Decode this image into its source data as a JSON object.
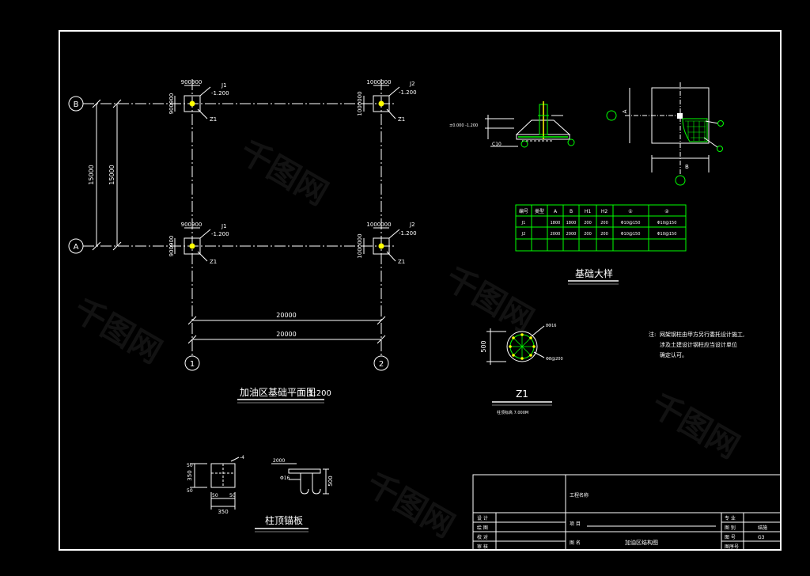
{
  "drawing": {
    "colors": {
      "background": "#000000",
      "frame": "#ffffff",
      "dimension": "#ffffff",
      "column": "#ffff00",
      "rebar": "#00ff00",
      "table": "#00ff00",
      "text_yellow": "#ffff00",
      "centerline": "#ffffff"
    },
    "plan": {
      "grid_rows": [
        "B",
        "A"
      ],
      "grid_cols": [
        "1",
        "2"
      ],
      "dim_rows": [
        "15000",
        "15000"
      ],
      "dim_cols": [
        "20000",
        "20000"
      ],
      "footing_B1": {
        "size_top": "900900",
        "size_side": "900900",
        "tag": "J1",
        "elev": "-1.200",
        "column": "Z1"
      },
      "footing_B2": {
        "size_top": "1000000",
        "size_side": "1000000",
        "tag": "J2",
        "elev": "-1.200",
        "column": "Z1"
      },
      "footing_A1": {
        "size_top": "900900",
        "size_side": "900900",
        "tag": "J1",
        "elev": "-1.200",
        "column": "Z1"
      },
      "footing_A2": {
        "size_top": "1000000",
        "size_side": "1000000",
        "tag": "J2",
        "elev": "-1.200",
        "column": "Z1"
      },
      "title": "加油区基础平面图",
      "scale": "1:200"
    },
    "detail": {
      "section_note": "±0.000 -1.200",
      "section_label": "C10",
      "dim_a": "A",
      "dim_b": "B",
      "title": "基础大样"
    },
    "table": {
      "headers": [
        "编号",
        "类型",
        "A",
        "B",
        "H1",
        "H2",
        "①",
        "②"
      ],
      "rows": [
        [
          "J1",
          "",
          "1800",
          "1800",
          "200",
          "200",
          "Φ10@150",
          "Φ10@150"
        ],
        [
          "J2",
          "",
          "2000",
          "2000",
          "200",
          "200",
          "Φ10@150",
          "Φ10@150"
        ],
        [
          "",
          "",
          "",
          "",
          "",
          "",
          "",
          ""
        ],
        [
          "",
          "",
          "",
          "",
          "",
          "",
          "",
          ""
        ]
      ]
    },
    "column_section": {
      "dim": "500",
      "label_top": "8Φ16",
      "label_side": "Φ8@200",
      "title": "Z1",
      "note": "柱顶标高  7.000M"
    },
    "note": {
      "prefix": "注:",
      "line1": "网架钢柱由甲方另行委托设计施工,",
      "line2": "涉及土建设计钢柱应当设计单位",
      "line3": "确定认可。"
    },
    "embed": {
      "title": "柱顶锚板",
      "dim_350_v": "350",
      "dim_350_h": "350",
      "dim_50_a": "50",
      "dim_50_b": "50",
      "dim_50_c": "50",
      "dim_50_d": "50",
      "anchor_label": "Φ16",
      "dim_500": "500",
      "dim_2000": "2000",
      "plate_note": "-4"
    },
    "title_block": {
      "project_label": "工程名称",
      "row_labels": [
        "设 计",
        "绘 图",
        "校 对",
        "审 核"
      ],
      "item_label": "项 目",
      "drawing_label": "图 名",
      "drawing_name": "加油区结构图",
      "right_labels": [
        "专 业",
        "图 别",
        "图 号",
        "图序号"
      ],
      "right_values": [
        "",
        "结施",
        "G3",
        ""
      ]
    },
    "watermark": "千图网"
  }
}
